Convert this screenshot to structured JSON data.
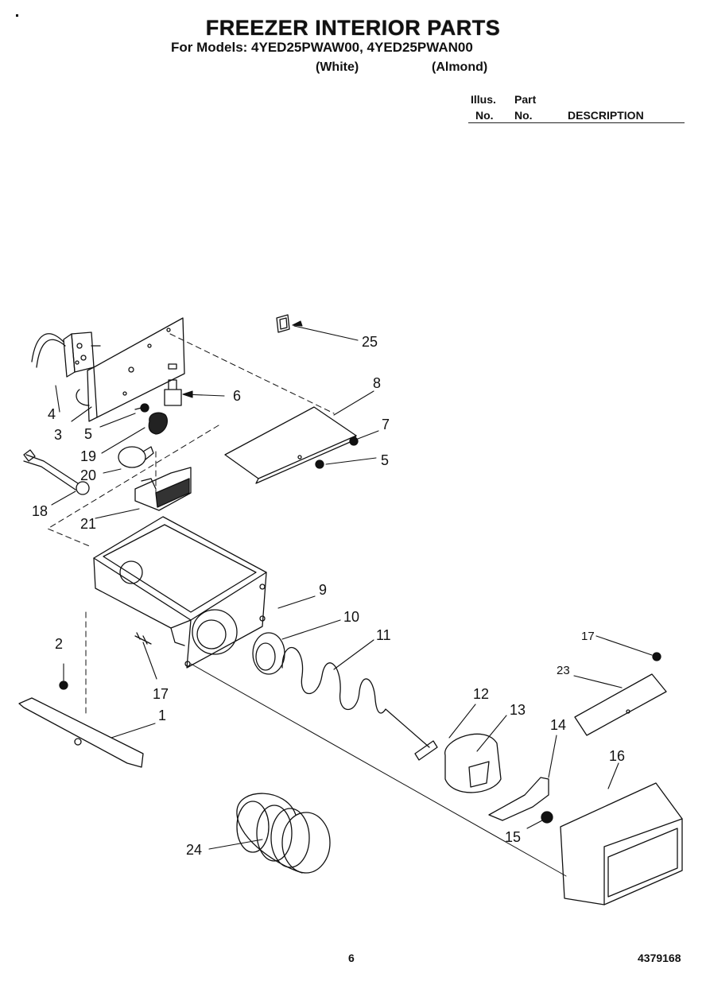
{
  "header": {
    "title": "FREEZER INTERIOR PARTS",
    "models_line": "For Models: 4YED25PWAW00, 4YED25PWAN00",
    "color_white": "(White)",
    "color_almond": "(Almond)"
  },
  "parts_table_header": {
    "illus_top": "Illus.",
    "illus_bottom": "No.",
    "part_top": "Part",
    "part_bottom": "No.",
    "description": "DESCRIPTION"
  },
  "callouts": {
    "c1": "1",
    "c2": "2",
    "c3": "3",
    "c4": "4",
    "c5a": "5",
    "c5b": "5",
    "c6": "6",
    "c7": "7",
    "c8": "8",
    "c9": "9",
    "c10": "10",
    "c11": "11",
    "c12": "12",
    "c13": "13",
    "c14": "14",
    "c15": "15",
    "c16": "16",
    "c17a": "17",
    "c17b": "17",
    "c18": "18",
    "c19": "19",
    "c20": "20",
    "c21": "21",
    "c23": "23",
    "c24": "24",
    "c25": "25"
  },
  "footer": {
    "page_number": "6",
    "doc_code": "4379168"
  }
}
